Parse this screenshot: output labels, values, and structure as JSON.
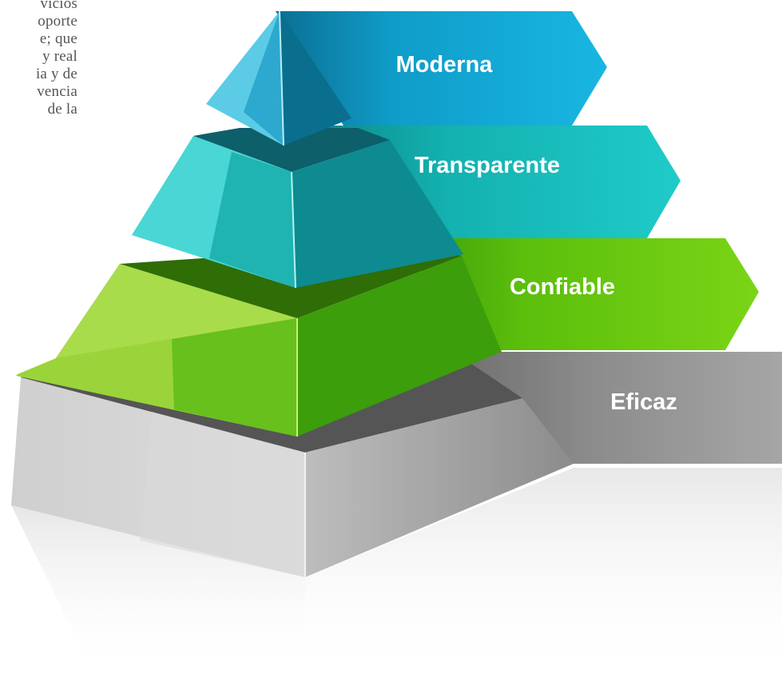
{
  "paragraph_lines": [
    "vicios",
    "oporte",
    "e; que",
    "y real",
    "ia y de",
    "vencia",
    "de la"
  ],
  "levels": [
    {
      "label": "Moderna",
      "color": "#14a8d6"
    },
    {
      "label": "Transparente",
      "color": "#1bbfbf"
    },
    {
      "label": "Confiable",
      "color": "#6ccc12"
    },
    {
      "label": "Eficaz",
      "color": "#9a9a9a"
    }
  ]
}
